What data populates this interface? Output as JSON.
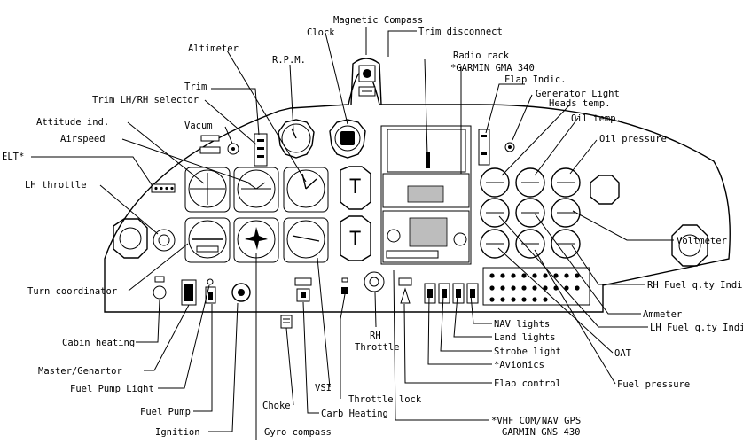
{
  "labels": {
    "magnetic_compass": "Magnetic Compass",
    "trim_disconnect": "Trim disconnect",
    "clock": "Clock",
    "radio_rack": "Radio rack",
    "garmin_gma": "*GARMIN GMA 340",
    "altimeter": "Altimeter",
    "rpm": "R.P.M.",
    "flap_indic": "Flap Indic.",
    "generator_light": "Generator Light",
    "heads_temp": "Heads temp.",
    "oil_temp": "Oil temp.",
    "oil_pressure": "Oil pressure",
    "trim": "Trim",
    "trim_selector": "Trim LH/RH selector",
    "attitude_ind": "Attitude ind.",
    "vacum": "Vacum",
    "airspeed": "Airspeed",
    "elt": "ELT*",
    "lh_throttle": "LH throttle",
    "turn_coordinator": "Turn coordinator",
    "voltmeter": "Voltmeter",
    "rh_fuel_qty": "RH Fuel q.ty Indic.",
    "ammeter": "Ammeter",
    "lh_fuel_qty": "LH Fuel q.ty Indic.",
    "oat": "OAT",
    "fuel_pressure": "Fuel pressure",
    "nav_lights": "NAV lights",
    "land_lights": "Land lights",
    "strobe_light": "Strobe light",
    "avionics": "*Avionics",
    "flap_control": "Flap control",
    "vhf_com_nav": "*VHF COM/NAV GPS",
    "garmin_gns": "GARMIN GNS 430",
    "rh_throttle_1": "RH",
    "rh_throttle_2": "Throttle",
    "vsi": "VSI",
    "throttle_lock": "Throttle lock",
    "choke": "Choke",
    "carb_heating": "Carb Heating",
    "gyro_compass": "Gyro compass",
    "ignition": "Ignition",
    "fuel_pump": "Fuel Pump",
    "fuel_pump_light": "Fuel Pump Light",
    "master_generator": "Master/Genartor",
    "cabin_heating": "Cabin heating"
  }
}
